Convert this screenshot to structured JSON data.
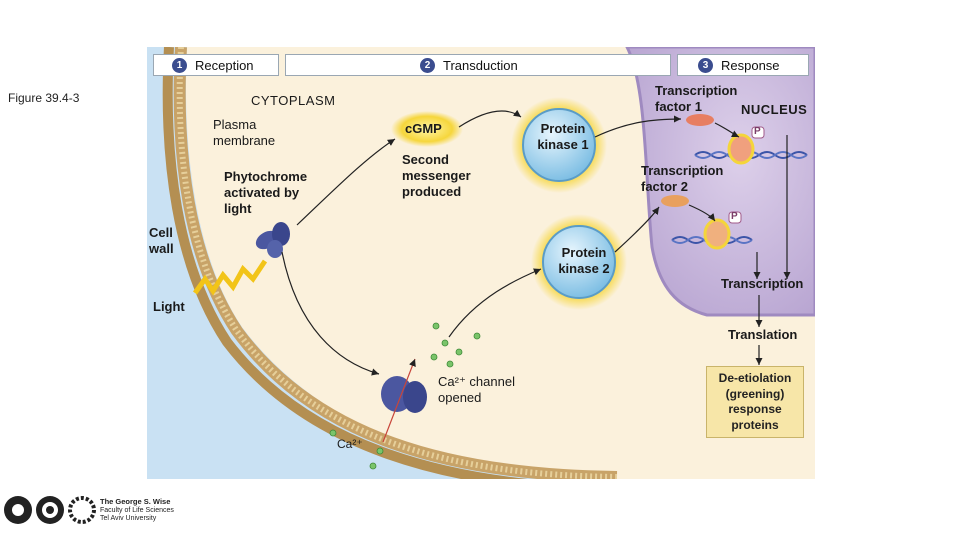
{
  "figure_label": "Figure 39.4-3",
  "steps": [
    {
      "number": "1",
      "label": "Reception"
    },
    {
      "number": "2",
      "label": "Transduction"
    },
    {
      "number": "3",
      "label": "Response"
    }
  ],
  "labels": {
    "cytoplasm": "CYTOPLASM",
    "nucleus": "NUCLEUS",
    "plasma_membrane": "Plasma membrane",
    "cell_wall": "Cell wall",
    "phytochrome": "Phytochrome activated by light",
    "light": "Light",
    "cgmp": "cGMP",
    "second_messenger": "Second messenger produced",
    "protein_kinase_1": "Protein kinase 1",
    "protein_kinase_2": "Protein kinase 2",
    "transcription_factor_1": "Transcription factor 1",
    "transcription_factor_2": "Transcription factor 2",
    "phosphate": "P",
    "transcription": "Transcription",
    "translation": "Translation",
    "response_proteins": "De-etiolation (greening) response proteins",
    "ca_channel": "Ca²⁺ channel opened",
    "ca_ion": "Ca²⁺"
  },
  "footer": {
    "line1": "The George S. Wise",
    "line2": "Faculty of Life Sciences",
    "line3": "Tel Aviv University"
  },
  "colors": {
    "cytoplasm": "#fbf1dc",
    "exterior": "#c9e1f3",
    "membrane": "#c8a368",
    "nucleus": "#c9b9dc",
    "kinase_fill": "#a9d6f0",
    "kinase_glow": "#f6d63c",
    "step_badge": "#3b4d8f"
  }
}
